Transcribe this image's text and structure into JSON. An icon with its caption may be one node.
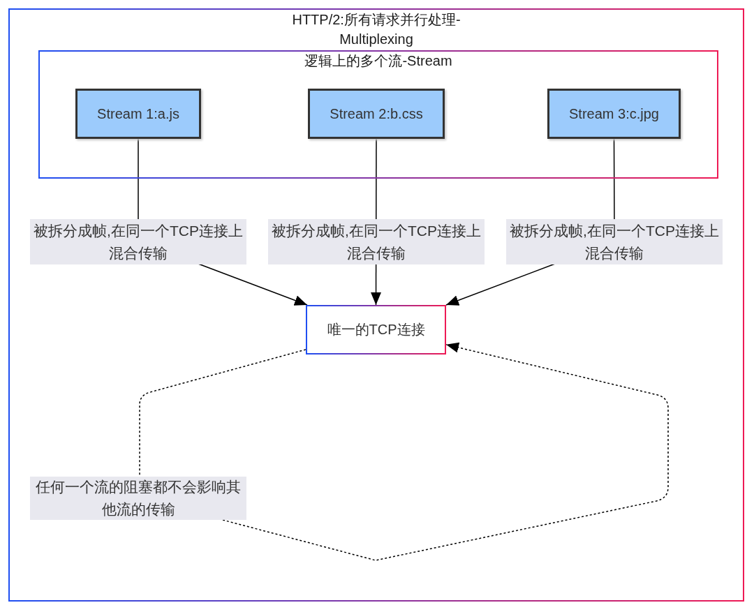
{
  "diagram": {
    "nodes": [
      {
        "text": [
          "HTTP/2:所有请求并行处理-Multiplexing"
        ]
      },
      {
        "text": [
          "逻辑上的多个流-Stream"
        ],
        "in": 0
      },
      {
        "text": [
          "Stream 1:a.js"
        ],
        "in": 1
      },
      {
        "text": [
          "Stream 2:b.css"
        ],
        "in": 1
      },
      {
        "text": [
          "Stream 3:c.jpg"
        ],
        "in": 1
      },
      {
        "text": [
          "唯一的TCP连接"
        ],
        "in": 0
      }
    ],
    "edges": [
      {
        "from": 2,
        "to": 5,
        "arrow": "to",
        "label": "被拆分成帧,在同一个TCP连接上混合传输"
      },
      {
        "from": 3,
        "to": 5,
        "arrow": "to",
        "label": "被拆分成帧,在同一个TCP连接上混合传输"
      },
      {
        "from": 4,
        "to": 5,
        "arrow": "to",
        "label": "被拆分成帧,在同一个TCP连接上混合传输"
      },
      {
        "from": 5,
        "to": 5,
        "arrow": "to",
        "label": "任何一个流的阻塞都不会影响其他流的传输",
        "style": "dashed"
      }
    ]
  }
}
